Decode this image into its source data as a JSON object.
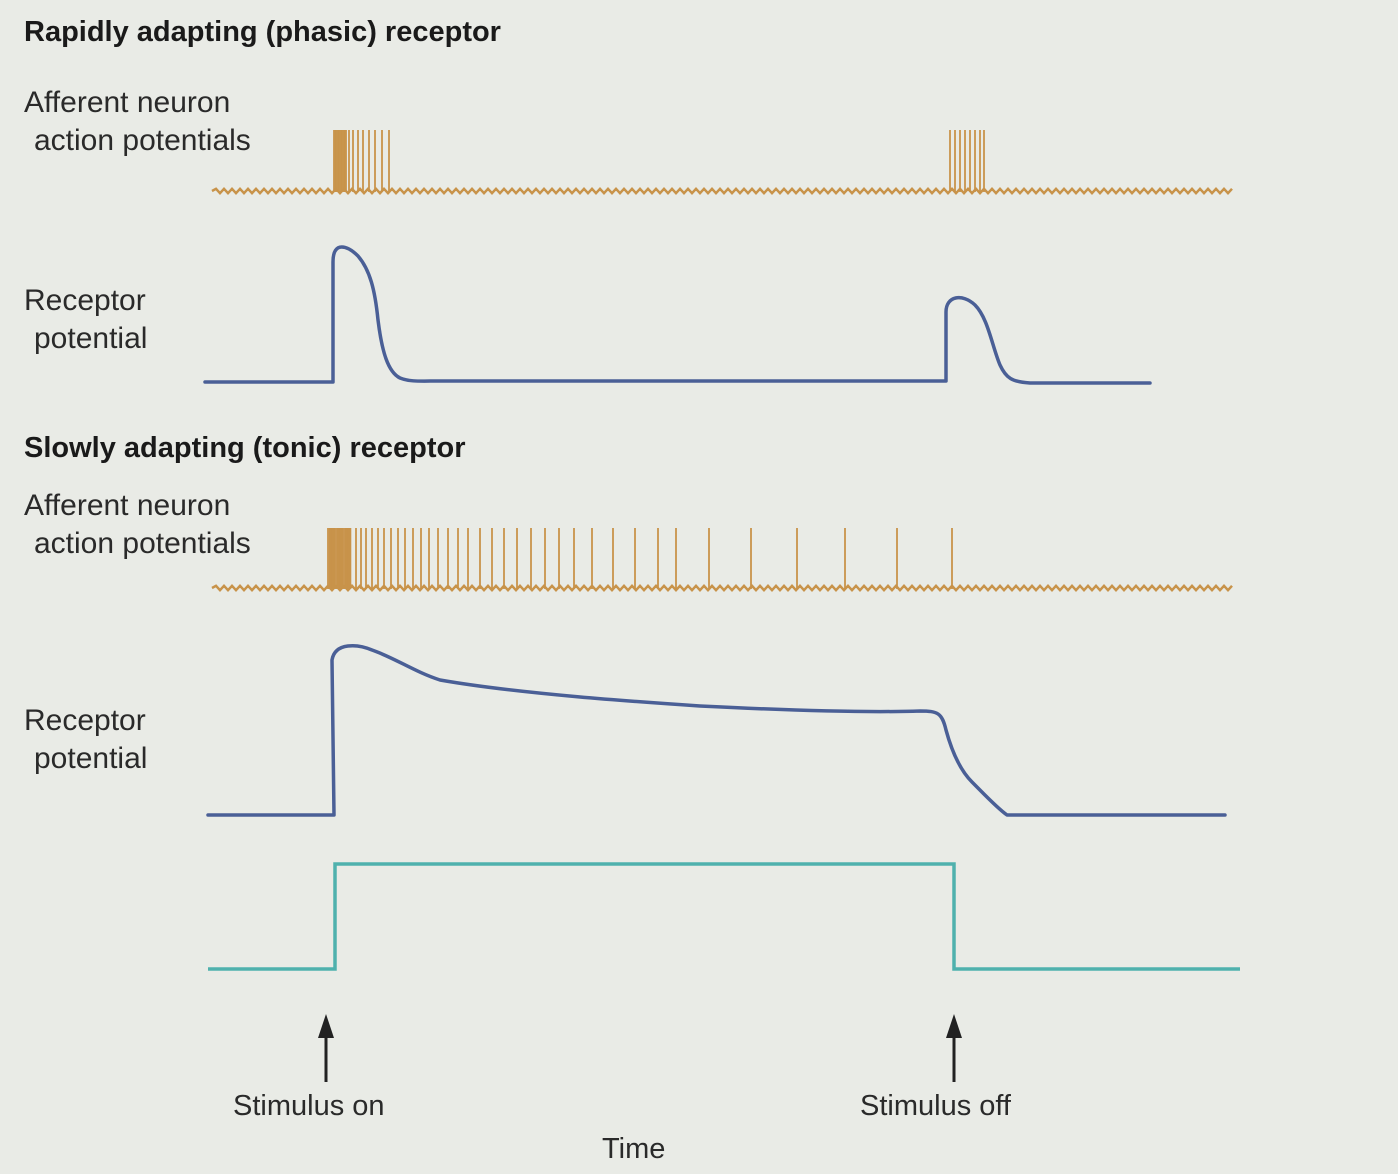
{
  "rapid": {
    "heading": "Rapidly adapting (phasic) receptor",
    "ap_label": [
      "Afferent neuron",
      "action potentials"
    ],
    "rp_label": [
      "Receptor",
      "potential"
    ]
  },
  "slow": {
    "heading": "Slowly adapting (tonic) receptor",
    "ap_label": [
      "Afferent neuron",
      "action potentials"
    ],
    "rp_label": [
      "Receptor",
      "potential"
    ]
  },
  "stimulus_on": "Stimulus on",
  "stimulus_off": "Stimulus off",
  "time_label": "Time",
  "colors": {
    "action_potential": "#c8934a",
    "receptor_potential": "#4a5f96",
    "stimulus": "#4fb1ad",
    "arrow": "#222222"
  }
}
